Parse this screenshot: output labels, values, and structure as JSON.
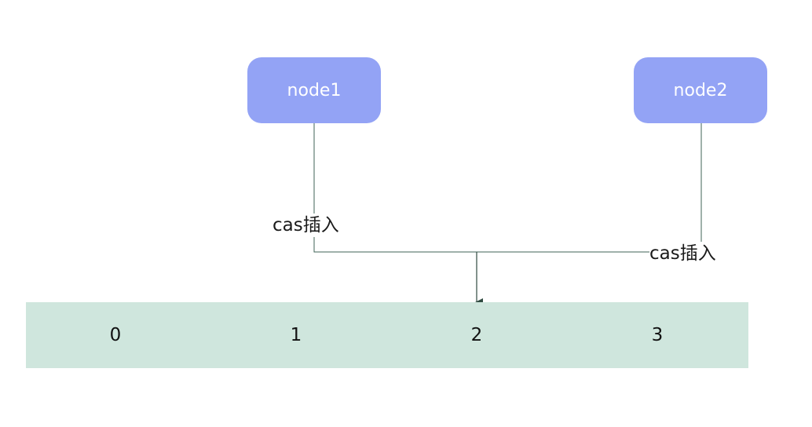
{
  "nodes": [
    {
      "label": "node1"
    },
    {
      "label": "node2"
    }
  ],
  "edge_labels": [
    "cas插入",
    "cas插入"
  ],
  "array": {
    "cells": [
      "0",
      "1",
      "2",
      "3"
    ]
  },
  "colors": {
    "node_fill": "#93a3f5",
    "node_text": "#ffffff",
    "array_fill": "#cfe6dd",
    "line": "#3f6357"
  }
}
